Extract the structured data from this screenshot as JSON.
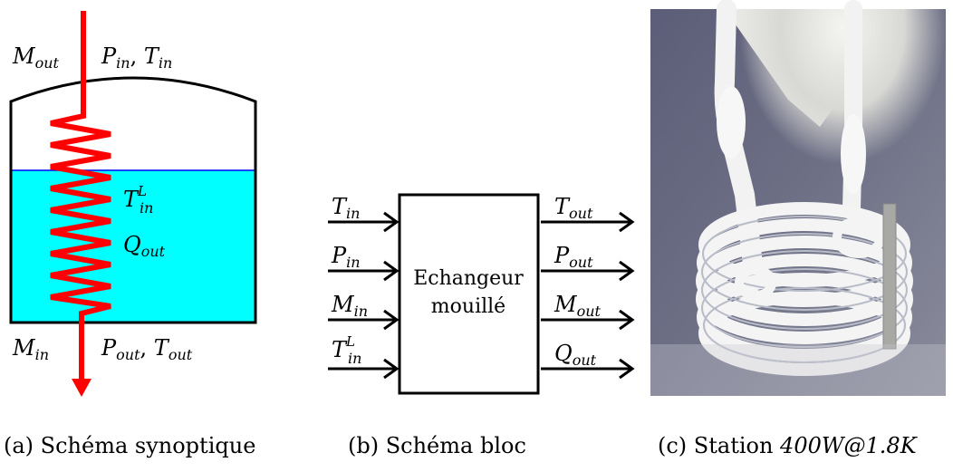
{
  "panel_a": {
    "labels": {
      "m_out": "M_out",
      "p_in_t_in": "P_in, T_in",
      "t_in_l": "T_in^L",
      "q_out": "Q_out",
      "m_in": "M_in",
      "p_out_t_out": "P_out, T_out"
    },
    "colors": {
      "liquid": "#00ffff",
      "coil": "#ff0000",
      "level_line": "#0000ff"
    }
  },
  "panel_b": {
    "block_label_line1": "Echangeur",
    "block_label_line2": "mouillé",
    "inputs": [
      "T_in",
      "P_in",
      "M_in",
      "T_in^L"
    ],
    "outputs": [
      "T_out",
      "P_out",
      "M_out",
      "Q_out"
    ]
  },
  "captions": {
    "a_prefix": "(a) Schéma synoptique",
    "b_prefix": "(b) Schéma bloc",
    "c_prefix": "(c) Station ",
    "c_math": "400W@1.8K"
  }
}
